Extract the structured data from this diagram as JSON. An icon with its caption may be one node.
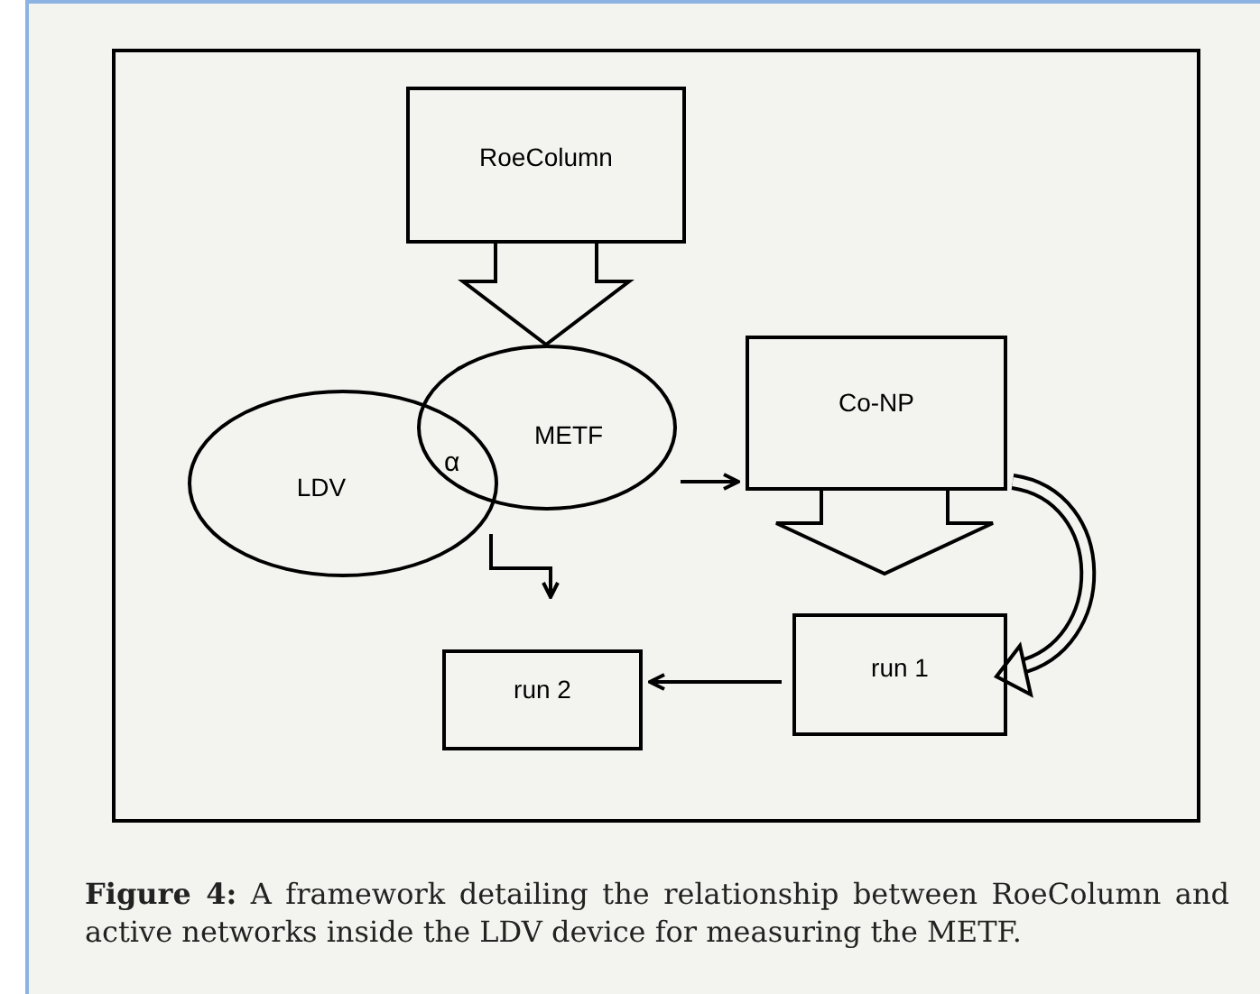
{
  "diagram": {
    "caption": "**Figure 4:** A framework detailing the relationship between RoeColumn and active networks inside the LDV device for measuring the METF.",
    "nodes": [
      {
        "text": [
          "RoeColumn"
        ]
      },
      {
        "text": [
          "METF"
        ]
      },
      {
        "text": [
          "LDV"
        ]
      },
      {
        "text": [
          "Co-NP"
        ]
      },
      {
        "text": [
          "run 1"
        ]
      },
      {
        "text": [
          "run 2"
        ]
      }
    ],
    "edges": [
      {
        "from": 0,
        "to": 1,
        "arrow": "to",
        "style": "thick"
      },
      {
        "from": 1,
        "to": 3,
        "arrow": "to"
      },
      {
        "from": 3,
        "to": 4,
        "arrow": "to",
        "style": "thick"
      },
      {
        "from": 3,
        "to": 4,
        "arrow": "to",
        "style": "thick"
      },
      {
        "from": 4,
        "to": 5,
        "arrow": "to"
      },
      {
        "from": 2,
        "to": 5,
        "arrow": "to"
      }
    ],
    "labels": [
      "α"
    ]
  }
}
